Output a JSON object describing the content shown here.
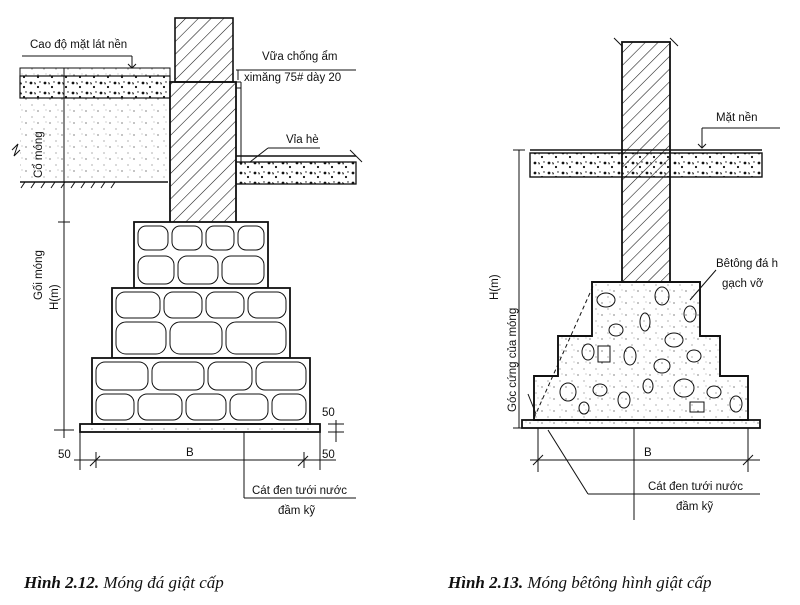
{
  "figure_left": {
    "labels": {
      "floor_level": "Cao độ mặt lát nền",
      "mortar_1": "Vữa chống ẩm",
      "mortar_2": "ximăng 75# dày 20",
      "sidewalk": "Vỉa hè",
      "neck": "Cổ móng",
      "body": "Gối móng",
      "height": "H(m)",
      "dim_50_right_top": "50",
      "dim_50_left": "50",
      "dim_b": "B",
      "dim_50_right_bottom": "50",
      "sand_1": "Cát đen tưới nước",
      "sand_2": "đầm kỹ"
    },
    "caption_num": "Hình 2.12.",
    "caption_text": " Móng đá giật cấp"
  },
  "figure_right": {
    "labels": {
      "ground": "Mặt nền",
      "concrete_1": "Bêtông đá h",
      "concrete_2": "gạch vỡ",
      "height": "H(m)",
      "angle": "Góc cứng của móng",
      "dim_b": "B",
      "sand_1": "Cát đen tưới nước",
      "sand_2": "đầm kỹ"
    },
    "caption_num": "Hình 2.13.",
    "caption_text": " Móng bêtông hình giật cấp"
  }
}
